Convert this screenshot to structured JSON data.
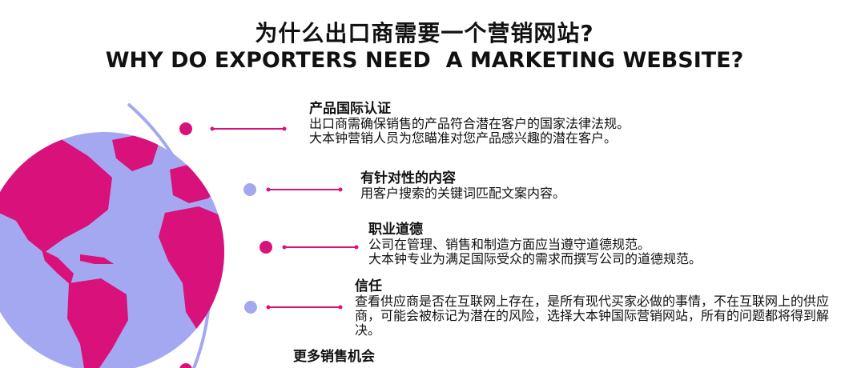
{
  "header": {
    "title_cn": "为什么出口商需要一个营销网站?",
    "title_en": "WHY DO EXPORTERS NEED  A MARKETING WEBSITE?"
  },
  "colors": {
    "ocean": "#a3a8f0",
    "land": "#d9117a",
    "arc": "#a3a8f0",
    "node": "#d9117a",
    "text": "#111111"
  },
  "items": [
    {
      "title": "产品国际认证",
      "lines": [
        "出口商需确保销售的产品符合潜在客户的国家法律法规。",
        "大本钟营销人员为您瞄准对您产品感兴趣的潜在客户。"
      ]
    },
    {
      "title": "有针对性的内容",
      "lines": [
        "用客户搜索的关键词匹配文案内容。"
      ]
    },
    {
      "title": "职业道德",
      "lines": [
        "公司在管理、销售和制造方面应当遵守道德规范。",
        "大本钟专业为满足国际受众的需求而撰写公司的道德规范。"
      ]
    },
    {
      "title": "信任",
      "lines": [
        "查看供应商是否在互联网上存在，是所有现代买家必做的事情，不在互联网上的供应商，可能会被标记为潜在的风险，选择大本钟国际营销网站，所有的问题都将得到解决。"
      ]
    },
    {
      "title": "更多销售机会",
      "lines": []
    }
  ]
}
